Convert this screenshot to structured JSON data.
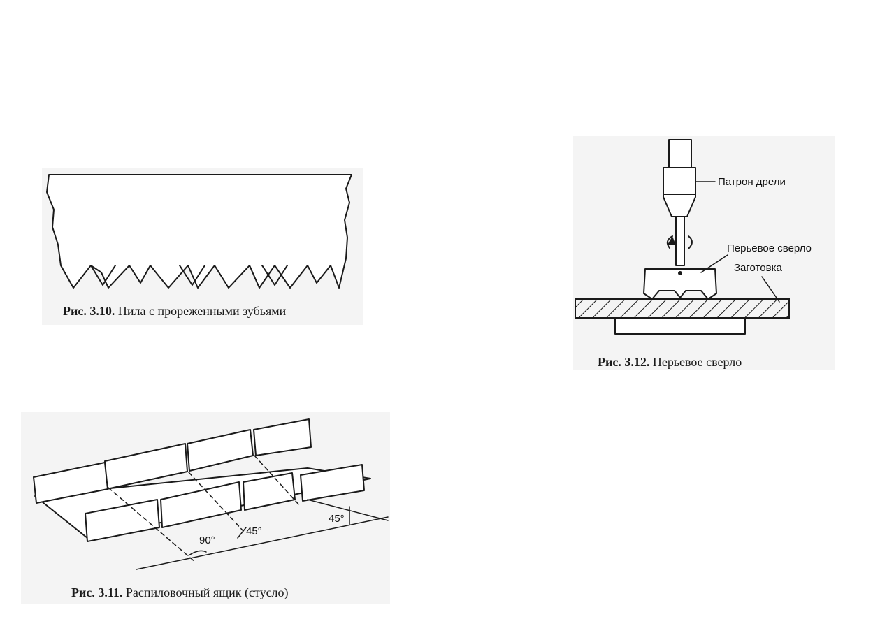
{
  "figures": {
    "fig310": {
      "number": "Рис. 3.10.",
      "title": "Пила с прореженными зубьями"
    },
    "fig311": {
      "number": "Рис. 3.11.",
      "title": "Распиловочный ящик (стусло)",
      "angles": [
        "90°",
        "45°",
        "45°"
      ]
    },
    "fig312": {
      "number": "Рис. 3.12.",
      "title": "Перьевое сверло",
      "labels": {
        "chuck": "Патрон дрели",
        "bit": "Перьевое сверло",
        "workpiece": "Заготовка"
      }
    }
  },
  "colors": {
    "ink": "#1a1a1a",
    "paper": "#ffffff",
    "scan_gray": "#f2f2f2"
  }
}
